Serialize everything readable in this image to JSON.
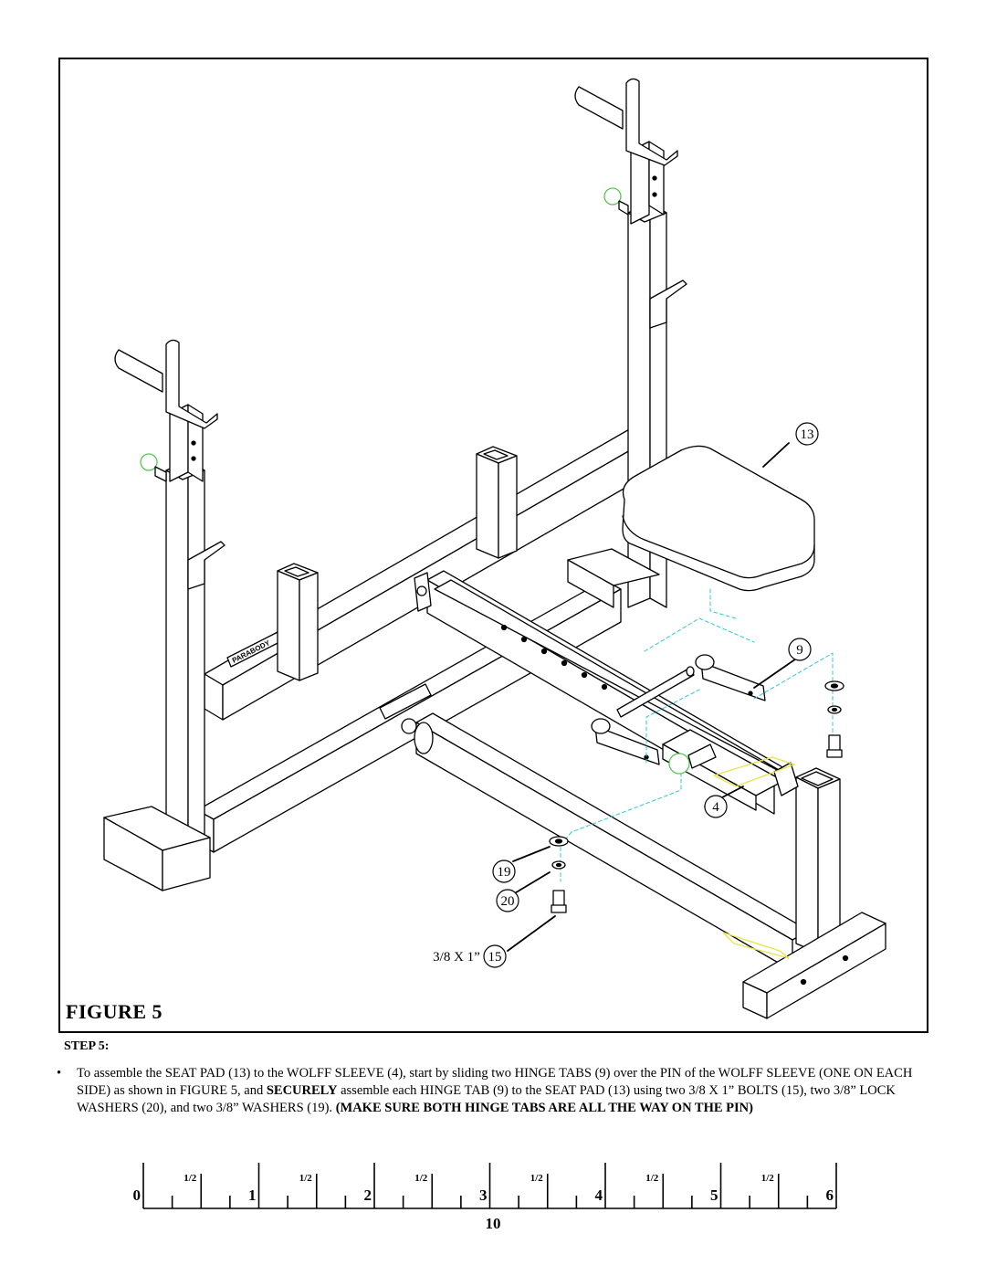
{
  "figure": {
    "title": "FIGURE 5",
    "callouts": {
      "seat_pad": "13",
      "hinge_tab": "9",
      "wolff_sleeve": "4",
      "washer": "19",
      "lock_washer": "20",
      "bolt": "15",
      "bolt_size": "3/8 X 1”"
    },
    "logo_text": "PARABODY",
    "colors": {
      "line": "#000000",
      "highlight_green": "#55c755",
      "hidden_line_cyan": "#33c8d8",
      "highlight_yellow": "#e8e34a"
    }
  },
  "step": {
    "heading": "STEP 5:",
    "bullet_symbol": "•",
    "instruction_parts": [
      "To assemble the SEAT PAD (13) to the WOLFF SLEEVE (4), start by sliding two HINGE TABS (9) over the PIN of the WOLFF SLEEVE (ONE ON EACH SIDE) as shown in FIGURE 5, and ",
      "SECURELY",
      " assemble each HINGE TAB (9) to the SEAT PAD (13) using two 3/8 X 1” BOLTS (15), two 3/8” LOCK WASHERS (20), and two 3/8” WASHERS (19).  ",
      "(MAKE SURE BOTH HINGE TABS ARE ALL THE WAY ON THE PIN)"
    ]
  },
  "ruler": {
    "numbers": [
      "0",
      "1",
      "2",
      "3",
      "4",
      "5",
      "6"
    ],
    "half_label": "1/2",
    "page_number": "10"
  }
}
